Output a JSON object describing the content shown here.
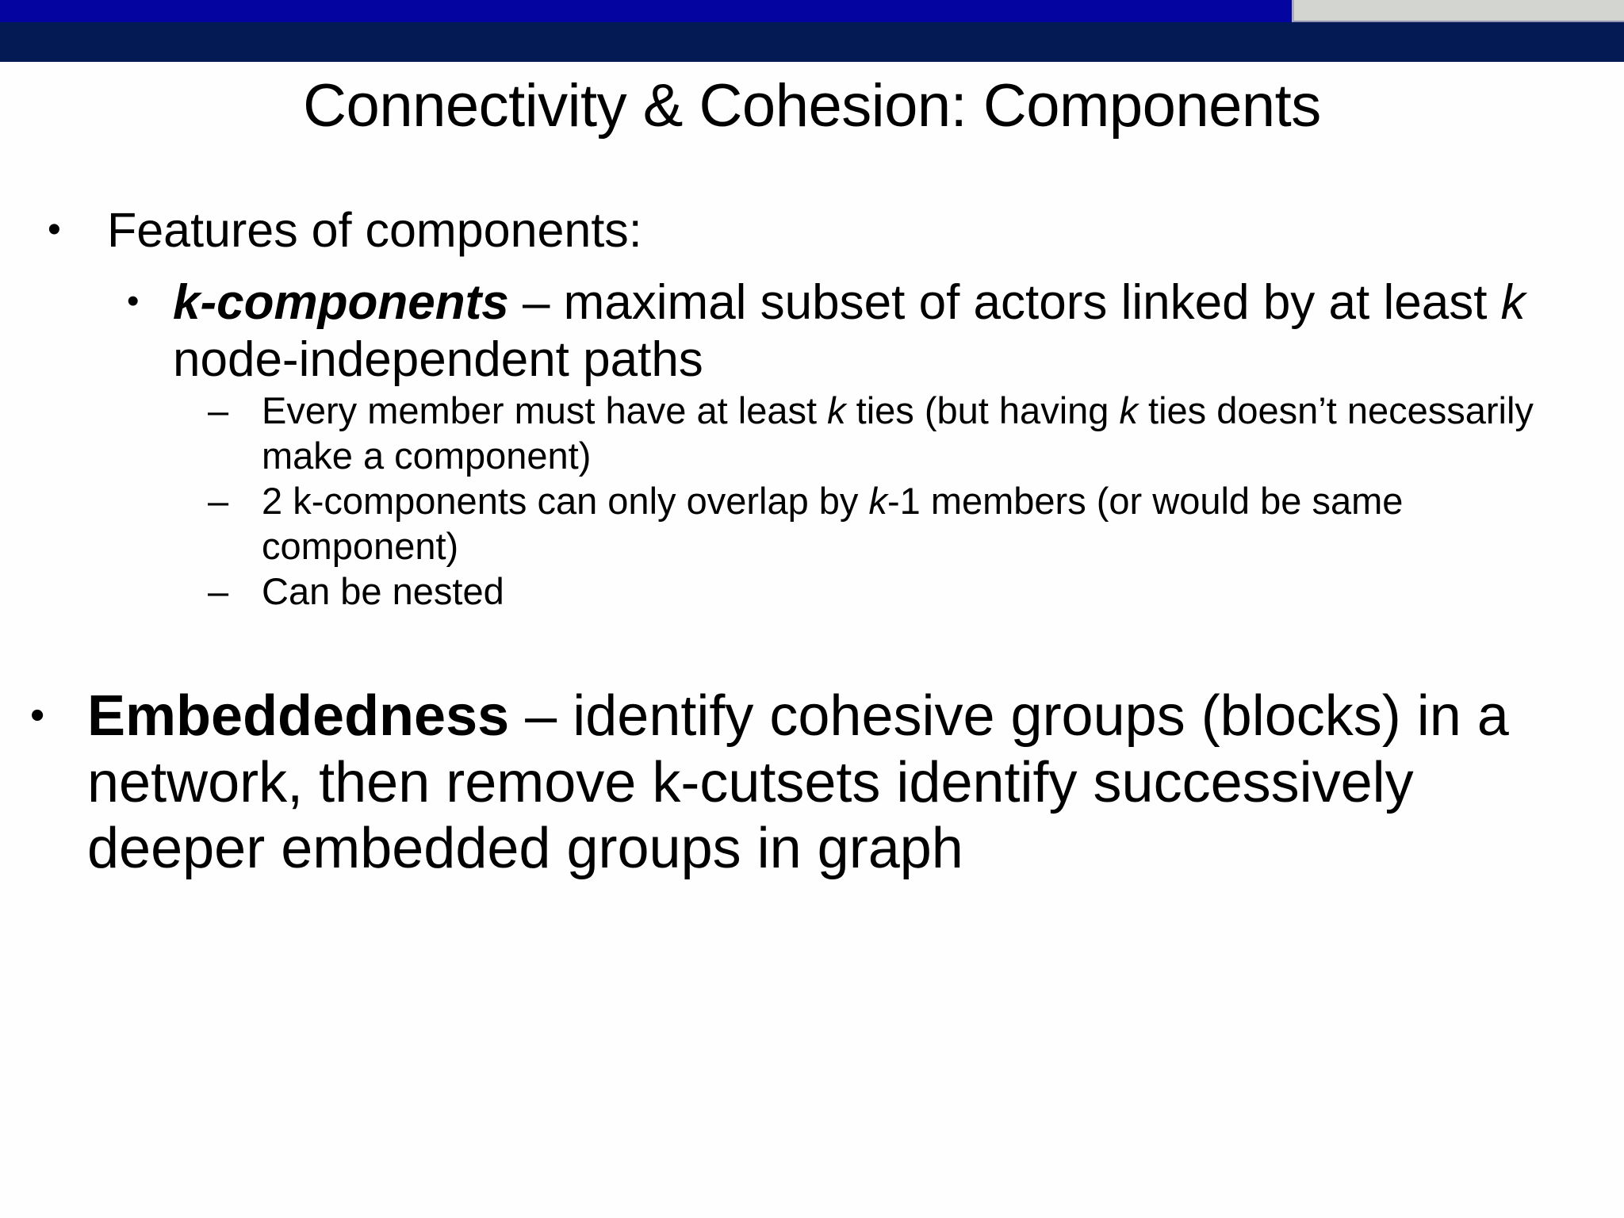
{
  "slide": {
    "title": "Connectivity & Cohesion: Components",
    "header": {
      "band_color": "#0404a0",
      "band_navy_color": "#041a55",
      "band_right_color": "#d3d5d1"
    },
    "bullets": {
      "features_label": "Features of components:",
      "k_components": {
        "term": "k-components",
        "dash": " – ",
        "rest_line1": "maximal subset of actors linked",
        "line2_pre": "by at least ",
        "line2_k": "k",
        "line2_post": " node-independent paths"
      },
      "sub_items": [
        {
          "parts": [
            {
              "text": "Every member must have at least ",
              "style": "normal"
            },
            {
              "text": "k",
              "style": "italic"
            },
            {
              "text": " ties (but having ",
              "style": "normal"
            },
            {
              "text": "k",
              "style": "italic"
            },
            {
              "text": " ties doesn’t necessarily make a component)",
              "style": "normal"
            }
          ]
        },
        {
          "parts": [
            {
              "text": "2 k-components can only overlap by ",
              "style": "normal"
            },
            {
              "text": "k",
              "style": "italic"
            },
            {
              "text": "-1 members (or would be same component)",
              "style": "normal"
            }
          ]
        },
        {
          "parts": [
            {
              "text": "Can be nested",
              "style": "normal"
            }
          ]
        }
      ],
      "embeddedness": {
        "term": "Embeddedness",
        "dash": " – ",
        "rest": "identify cohesive groups (blocks) in a network, then remove k-cutsets identify successively deeper embedded groups in graph"
      }
    },
    "glyphs": {
      "bullet_dot": "•",
      "dash_marker": "–"
    }
  }
}
